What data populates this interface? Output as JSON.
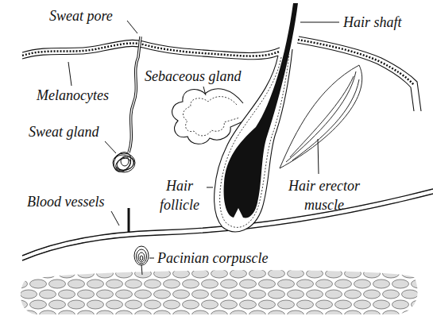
{
  "diagram": {
    "labels": [
      "Sweat pore",
      "Hair shaft",
      "Melanocytes",
      "Sebaceous gland",
      "Sweat gland",
      "Hair follicle",
      "Hair erector muscle",
      "Blood vessels",
      "Pacinian corpuscle"
    ]
  }
}
